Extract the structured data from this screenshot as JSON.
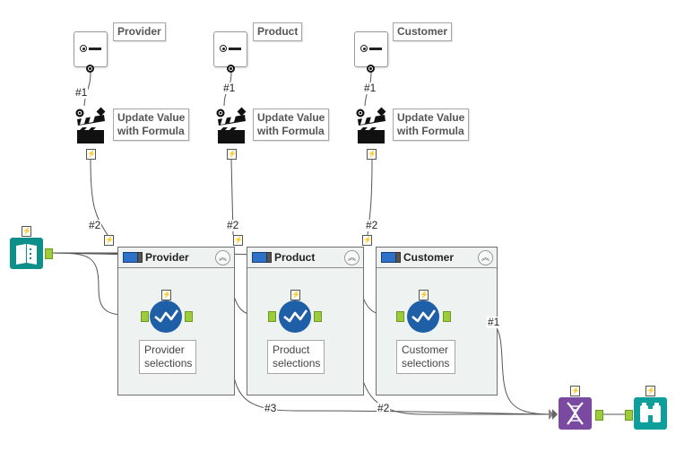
{
  "app": {
    "canvas_title": "Alteryx workflow canvas"
  },
  "radio_tools": [
    {
      "name": "Provider"
    },
    {
      "name": "Product"
    },
    {
      "name": "Customer"
    }
  ],
  "action_notes": [
    {
      "text": "Update Value\nwith Formula"
    },
    {
      "text": "Update Value\nwith Formula"
    },
    {
      "text": "Update Value\nwith Formula"
    }
  ],
  "connection_labels": {
    "radio_to_action": [
      "#1",
      "#1",
      "#1"
    ],
    "action_to_container": [
      "#2",
      "#2",
      "#2"
    ],
    "bottom_provider": "#3",
    "bottom_product": "#2",
    "customer_out": "#1"
  },
  "containers": [
    {
      "title": "Provider",
      "tool_note": "Provider\nselections"
    },
    {
      "title": "Product",
      "tool_note": "Product\nselections"
    },
    {
      "title": "Customer",
      "tool_note": "Customer\nselections"
    }
  ],
  "bolt_glyph": "⚡",
  "collapse_glyph": "︽",
  "colors": {
    "container_bg": "#eef3f2",
    "tool_blue": "#1f5fa7",
    "anchor_green": "#9ccc3c",
    "input_teal": "#0f8f8a",
    "union_purple": "#7a4aa0",
    "browse_teal": "#0e9e9c"
  }
}
